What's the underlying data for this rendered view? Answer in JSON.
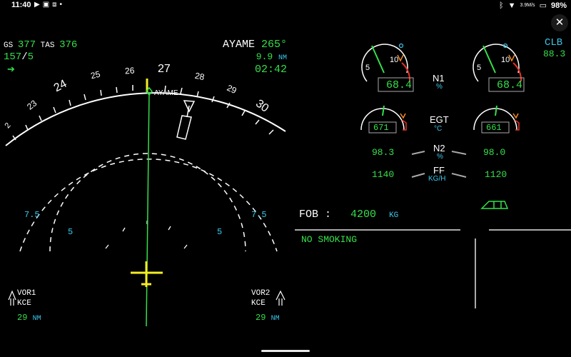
{
  "status_bar": {
    "time": "11:40",
    "data_speed": "3.9M/s",
    "battery": "98%",
    "icons": [
      "app-notification-icon",
      "image-icon",
      "nfc-icon",
      "dot-icon",
      "bluetooth-icon",
      "wifi-icon",
      "battery-icon"
    ]
  },
  "nd": {
    "gs_label": "GS",
    "gs_value": "377",
    "tas_label": "TAS",
    "tas_value": "376",
    "wind_dir": "157",
    "wind_sep": "/",
    "wind_speed": "5",
    "wp_name": "AYAME",
    "wp_track": "265°",
    "wp_dist_val": "9.9",
    "wp_dist_unit": "NM",
    "wp_eta": "02:42",
    "compass": {
      "l2": "2",
      "l23": "23",
      "l24": "24",
      "l25": "25",
      "l26": "26",
      "l27": "27",
      "l28": "28",
      "l29": "29",
      "l30": "30"
    },
    "wp_label": "AYAME",
    "range_outer_left": "7.5",
    "range_outer_right": "7.5",
    "range_inner_left": "5",
    "range_inner_right": "5",
    "vor1": {
      "label": "VOR1",
      "id": "KCE",
      "dist": "29",
      "unit": "NM"
    },
    "vor2": {
      "label": "VOR2",
      "id": "KCE",
      "dist": "29",
      "unit": "NM"
    }
  },
  "ecam": {
    "phase": "CLB",
    "phase_value": "88.3",
    "n1_label": "N1",
    "n1_unit": "%",
    "n1_left": "68.4",
    "n1_right": "68.4",
    "n1_scale": {
      "low": "5",
      "high": "10"
    },
    "egt_label": "EGT",
    "egt_unit": "°C",
    "egt_left": "671",
    "egt_right": "661",
    "n2_label": "N2",
    "n2_unit": "%",
    "n2_left": "98.3",
    "n2_right": "98.0",
    "ff_label": "FF",
    "ff_unit": "KG/H",
    "ff_left": "1140",
    "ff_right": "1120",
    "fob_label": "FOB :",
    "fob_value": "4200",
    "fob_unit": "KG",
    "memo": "NO SMOKING"
  },
  "colors": {
    "green": "#35e04a",
    "cyan": "#39c8ea",
    "yellow": "#f4ee23",
    "amber": "#f28a1e",
    "red": "#e83228",
    "white": "#ffffff"
  }
}
